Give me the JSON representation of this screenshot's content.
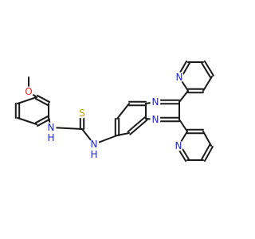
{
  "molecule": {
    "colors": {
      "bond": "#1a1a1a",
      "nitrogen": "#1f24d6",
      "oxygen": "#d8231a",
      "sulfur": "#b9a400",
      "background": "#ffffff"
    },
    "labels": {
      "methoxy_oxygen": "O",
      "thiourea_sulfur": "S",
      "aryl_amine_n": "N",
      "aryl_amine_h": "H",
      "quinoxaline_amine_n": "N",
      "quinoxaline_amine_h": "H",
      "quinoxaline_n1": "N",
      "quinoxaline_n4": "N",
      "pyridine_top_n": "N",
      "pyridine_bottom_n": "N"
    }
  }
}
